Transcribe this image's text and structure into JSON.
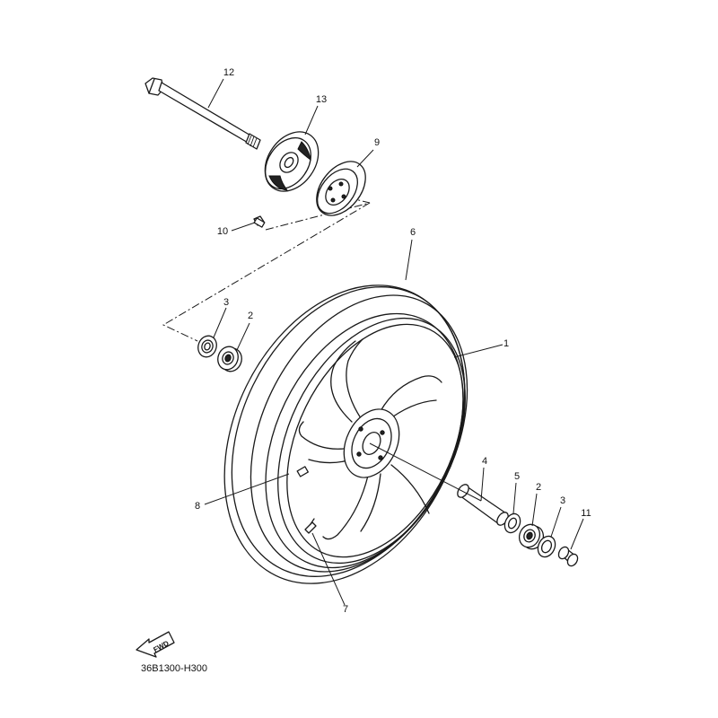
{
  "diagram": {
    "drawing_code": "36B1300-H300",
    "direction_label": "FWD",
    "callouts": {
      "c1": "1",
      "c2a": "2",
      "c2b": "2",
      "c3a": "3",
      "c3b": "3",
      "c4": "4",
      "c5": "5",
      "c6": "6",
      "c7": "7",
      "c8": "8",
      "c9": "9",
      "c10": "10",
      "c11": "11",
      "c12": "12",
      "c13": "13"
    }
  }
}
